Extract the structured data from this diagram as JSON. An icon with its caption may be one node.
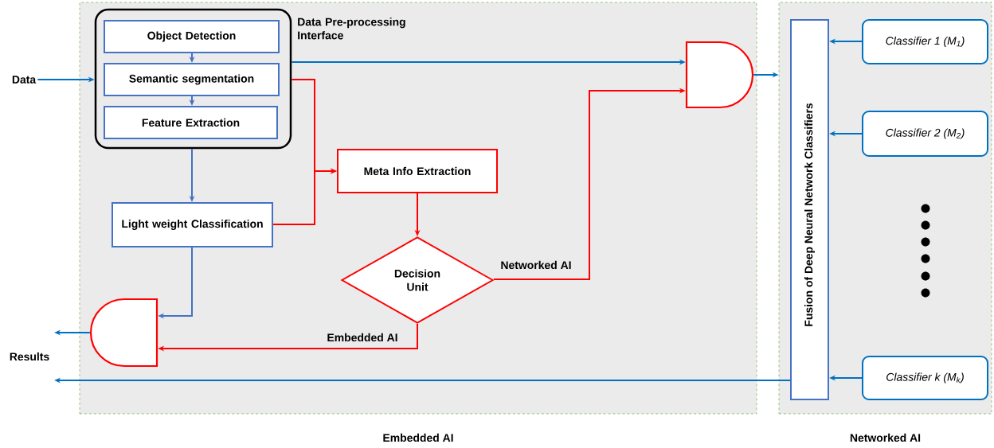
{
  "diagram": {
    "nodes": [
      {
        "text": [
          "Embedded AI"
        ]
      },
      {
        "text": [
          "Networked AI"
        ]
      },
      {
        "text": [
          "Data"
        ]
      },
      {
        "text": [
          "Data Pre-processing Interface"
        ],
        "in": 0
      },
      {
        "text": [
          "Object Detection"
        ],
        "in": 3
      },
      {
        "text": [
          "Semantic segmentation"
        ],
        "in": 3
      },
      {
        "text": [
          "Feature Extraction"
        ],
        "in": 3
      },
      {
        "text": [
          "Light weight Classification"
        ],
        "in": 0
      },
      {
        "text": [
          "Meta Info Extraction"
        ],
        "in": 0
      },
      {
        "text": [
          "Decision Unit"
        ],
        "in": 0
      },
      {
        "text": [],
        "shape": "gate",
        "in": 0
      },
      {
        "text": [],
        "shape": "gate",
        "in": 0
      },
      {
        "text": [
          "Fusion of Deep Neural Network Classifiers"
        ],
        "in": 1
      },
      {
        "text": [
          "Classifier 1 (M$_{1}$)"
        ],
        "in": 1
      },
      {
        "text": [
          "Classifier 2 (M$_{2}$)"
        ],
        "in": 1
      },
      {
        "text": [
          "Classifier k (M$_{k}$)"
        ],
        "in": 1
      }
    ],
    "edges": [
      {
        "from": 2,
        "to": 3,
        "arrow": "to"
      },
      {
        "from": 4,
        "to": 5,
        "arrow": "to",
        "color": "#4472c4"
      },
      {
        "from": 5,
        "to": 6,
        "arrow": "to",
        "color": "#4472c4"
      },
      {
        "from": 3,
        "to": 7,
        "arrow": "to",
        "color": "#4472c4"
      },
      {
        "from": 3,
        "to": 10,
        "arrow": "to"
      },
      {
        "from": 3,
        "to": 8,
        "arrow": "to",
        "color": "#ff0000"
      },
      {
        "from": 7,
        "to": 8,
        "arrow": "to",
        "color": "#ff0000"
      },
      {
        "from": 8,
        "to": 9,
        "arrow": "to",
        "color": "#ff0000"
      },
      {
        "from": 9,
        "to": 10,
        "arrow": "to",
        "label": "Networked AI",
        "color": "#ff0000"
      },
      {
        "from": 9,
        "to": 11,
        "arrow": "to",
        "label": "Embedded AI",
        "color": "#ff0000"
      },
      {
        "from": 7,
        "to": 11,
        "arrow": "to",
        "color": "#4472c4"
      },
      {
        "from": 11,
        "to": null,
        "arrow": "to"
      },
      {
        "from": 10,
        "to": 1,
        "arrow": "to"
      },
      {
        "from": 13,
        "to": 12,
        "arrow": "to"
      },
      {
        "from": 14,
        "to": 12,
        "arrow": "to"
      },
      {
        "from": 15,
        "to": 12,
        "arrow": "to"
      },
      {
        "from": 12,
        "to": null,
        "arrow": "to"
      }
    ],
    "labels": [
      "Results"
    ]
  }
}
